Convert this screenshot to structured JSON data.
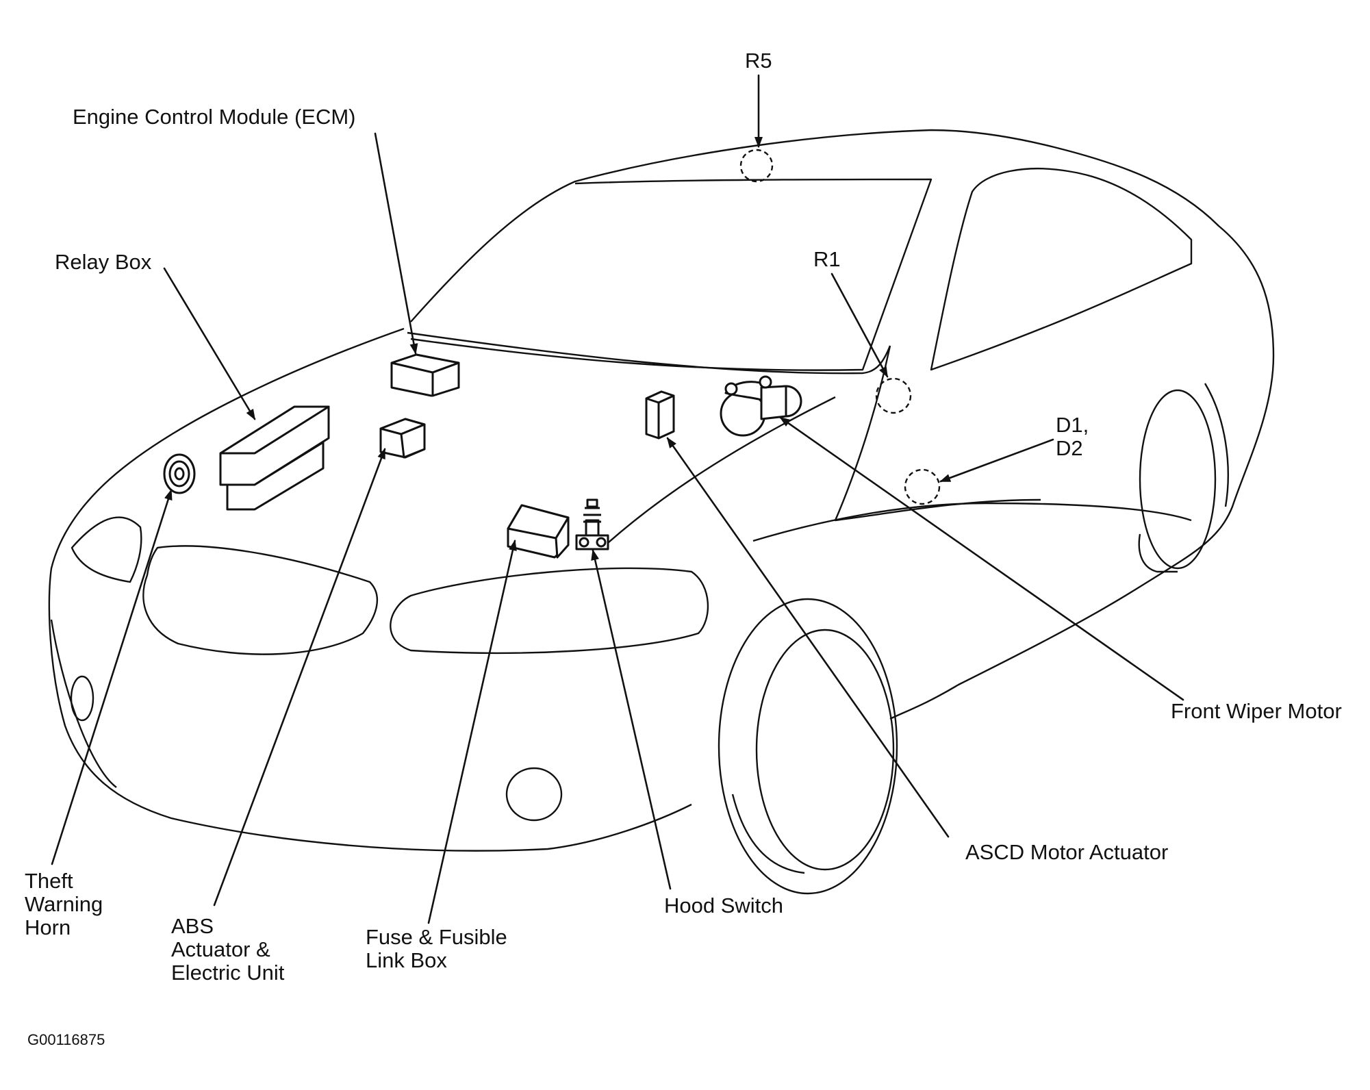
{
  "labels": {
    "r5": "R5",
    "ecm": "Engine Control Module (ECM)",
    "relay_box": "Relay Box",
    "r1": "R1",
    "d1_d2": [
      "D1,",
      "D2"
    ],
    "front_wiper_motor": "Front Wiper Motor",
    "ascd_motor_actuator": "ASCD Motor Actuator",
    "theft_warning_horn": [
      "Theft",
      "Warning",
      "Horn"
    ],
    "abs_actuator": [
      "ABS",
      "Actuator &",
      "Electric Unit"
    ],
    "fuse_box": [
      "Fuse & Fusible",
      "Link Box"
    ],
    "hood_switch": "Hood Switch"
  },
  "figure_code": "G00116875",
  "colors": {
    "ink": "#111111",
    "background": "#ffffff"
  }
}
